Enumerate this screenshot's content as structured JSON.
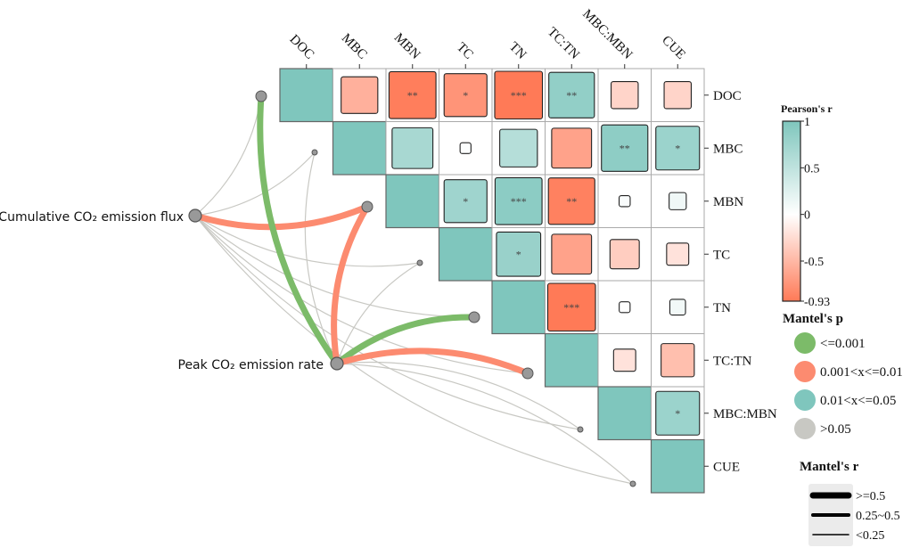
{
  "chart_data": {
    "type": "heatmap",
    "subtype": "mantel-test-correlation-heatmap",
    "variables": [
      "DOC",
      "MBC",
      "MBN",
      "TC",
      "TN",
      "TC:TN",
      "MBC:MBN",
      "CUE"
    ],
    "pearson_r": [
      {
        "row": "DOC",
        "col": "MBC",
        "r": -0.55,
        "sig": ""
      },
      {
        "row": "DOC",
        "col": "MBN",
        "r": -0.9,
        "sig": "**"
      },
      {
        "row": "DOC",
        "col": "TC",
        "r": -0.75,
        "sig": "*"
      },
      {
        "row": "DOC",
        "col": "TN",
        "r": -0.93,
        "sig": "***"
      },
      {
        "row": "DOC",
        "col": "TC:TN",
        "r": 0.85,
        "sig": "**"
      },
      {
        "row": "DOC",
        "col": "MBC:MBN",
        "r": -0.3,
        "sig": ""
      },
      {
        "row": "DOC",
        "col": "CUE",
        "r": -0.3,
        "sig": ""
      },
      {
        "row": "MBC",
        "col": "MBN",
        "r": 0.68,
        "sig": ""
      },
      {
        "row": "MBC",
        "col": "TC",
        "r": 0.02,
        "sig": ""
      },
      {
        "row": "MBC",
        "col": "TN",
        "r": 0.58,
        "sig": ""
      },
      {
        "row": "MBC",
        "col": "TC:TN",
        "r": -0.65,
        "sig": ""
      },
      {
        "row": "MBC",
        "col": "MBC:MBN",
        "r": 0.88,
        "sig": "**"
      },
      {
        "row": "MBC",
        "col": "CUE",
        "r": 0.78,
        "sig": "*"
      },
      {
        "row": "MBN",
        "col": "TC",
        "r": 0.75,
        "sig": "*"
      },
      {
        "row": "MBN",
        "col": "TN",
        "r": 0.9,
        "sig": "***"
      },
      {
        "row": "MBN",
        "col": "TC:TN",
        "r": -0.88,
        "sig": "**"
      },
      {
        "row": "MBN",
        "col": "MBC:MBN",
        "r": 0.05,
        "sig": ""
      },
      {
        "row": "MBN",
        "col": "CUE",
        "r": 0.12,
        "sig": ""
      },
      {
        "row": "TC",
        "col": "TN",
        "r": 0.8,
        "sig": "*"
      },
      {
        "row": "TC",
        "col": "TC:TN",
        "r": -0.65,
        "sig": ""
      },
      {
        "row": "TC",
        "col": "MBC:MBN",
        "r": -0.35,
        "sig": ""
      },
      {
        "row": "TC",
        "col": "CUE",
        "r": -0.2,
        "sig": ""
      },
      {
        "row": "TN",
        "col": "TC:TN",
        "r": -0.93,
        "sig": "***"
      },
      {
        "row": "TN",
        "col": "MBC:MBN",
        "r": 0.01,
        "sig": ""
      },
      {
        "row": "TN",
        "col": "CUE",
        "r": 0.1,
        "sig": ""
      },
      {
        "row": "TC:TN",
        "col": "MBC:MBN",
        "r": -0.2,
        "sig": ""
      },
      {
        "row": "TC:TN",
        "col": "CUE",
        "r": -0.45,
        "sig": ""
      },
      {
        "row": "MBC:MBN",
        "col": "CUE",
        "r": 0.78,
        "sig": "*"
      }
    ],
    "mantel_sources": [
      "Cumulative CO₂ emission flux",
      "Peak CO₂ emission rate"
    ],
    "mantel_edges": [
      {
        "source": 0,
        "target": "DOC",
        "p_class": ">0.05",
        "r_class": "<0.25"
      },
      {
        "source": 0,
        "target": "MBC",
        "p_class": ">0.05",
        "r_class": "<0.25"
      },
      {
        "source": 0,
        "target": "MBN",
        "p_class": "0.001<x<=0.01",
        "r_class": ">=0.5"
      },
      {
        "source": 0,
        "target": "TC",
        "p_class": ">0.05",
        "r_class": "<0.25"
      },
      {
        "source": 0,
        "target": "TN",
        "p_class": ">0.05",
        "r_class": "<0.25"
      },
      {
        "source": 0,
        "target": "TC:TN",
        "p_class": ">0.05",
        "r_class": "<0.25"
      },
      {
        "source": 0,
        "target": "MBC:MBN",
        "p_class": ">0.05",
        "r_class": "<0.25"
      },
      {
        "source": 0,
        "target": "CUE",
        "p_class": ">0.05",
        "r_class": "<0.25"
      },
      {
        "source": 1,
        "target": "DOC",
        "p_class": "<=0.001",
        "r_class": ">=0.5"
      },
      {
        "source": 1,
        "target": "MBC",
        "p_class": ">0.05",
        "r_class": "<0.25"
      },
      {
        "source": 1,
        "target": "MBN",
        "p_class": "0.001<x<=0.01",
        "r_class": ">=0.5"
      },
      {
        "source": 1,
        "target": "TC",
        "p_class": ">0.05",
        "r_class": "<0.25"
      },
      {
        "source": 1,
        "target": "TN",
        "p_class": "<=0.001",
        "r_class": ">=0.5"
      },
      {
        "source": 1,
        "target": "TC:TN",
        "p_class": "0.001<x<=0.01",
        "r_class": ">=0.5"
      },
      {
        "source": 1,
        "target": "MBC:MBN",
        "p_class": ">0.05",
        "r_class": "<0.25"
      },
      {
        "source": 1,
        "target": "CUE",
        "p_class": ">0.05",
        "r_class": "<0.25"
      }
    ],
    "colorbar": {
      "title": "Pearson's r",
      "range": [
        -0.93,
        1
      ],
      "ticks": [
        "1",
        "0.5",
        "0",
        "-0.5",
        "-0.93"
      ],
      "tick_values": [
        1,
        0.5,
        0,
        -0.5,
        -0.93
      ],
      "colors": {
        "positive": "#7fc6bd",
        "zero": "#ffffff",
        "negative": "#ff7a57"
      }
    },
    "legend_p": {
      "title": "Mantel's p",
      "items": [
        {
          "label": "<=0.001",
          "color": "#7cbb69"
        },
        {
          "label": "0.001<x<=0.01",
          "color": "#fc8b70"
        },
        {
          "label": "0.01<x<=0.05",
          "color": "#7fc6bd"
        },
        {
          "label": ">0.05",
          "color": "#c8c8c3"
        }
      ]
    },
    "legend_r": {
      "title": "Mantel's r",
      "items": [
        {
          "label": ">=0.5"
        },
        {
          "label": "0.25~0.5"
        },
        {
          "label": "<0.25"
        }
      ]
    }
  }
}
